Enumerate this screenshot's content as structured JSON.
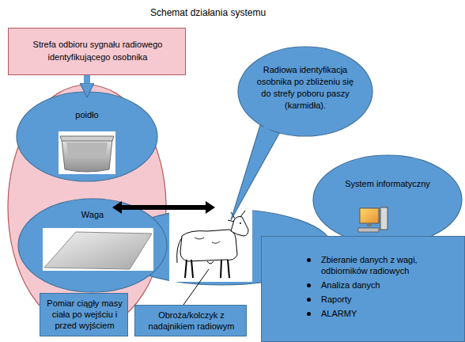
{
  "diagram": {
    "title": "Schemat działania systemu",
    "nodes": [
      {
        "text": [
          "Strefa odbioru sygnału radiowego identyfikującego osobnika"
        ]
      },
      {
        "text": [
          "poidło"
        ]
      },
      {
        "text": [
          "Waga"
        ]
      },
      {
        "text": [
          "Radiowa identyfikacja osobnika po zbliżeniu się do strefy poboru paszy (karmidła)."
        ]
      },
      {
        "text": [
          "System informatyczny"
        ]
      },
      {
        "text": [
          "Zbieranie danych z wagi, odbiorników radiowych",
          "Analiza danych",
          "Raporty",
          "ALARMY"
        ]
      },
      {
        "text": [
          "Pomiar ciągły masy ciała po wejściu i przed wyjściem"
        ]
      },
      {
        "text": [
          "Obroża/kolczyk z nadajnikiem radiowym"
        ]
      }
    ],
    "edges": [
      {
        "from": 0,
        "to": 1,
        "arrow": "to"
      }
    ]
  }
}
